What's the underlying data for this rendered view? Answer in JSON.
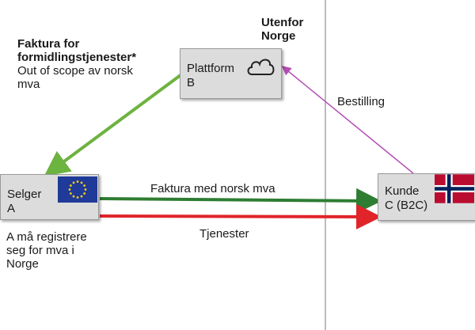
{
  "outside_norway": {
    "line1": "Utenfor",
    "line2": "Norge"
  },
  "invoice_fees": {
    "title_line1": "Faktura for",
    "title_line2": "formidlingstjenester*",
    "note_line1": "Out of scope av norsk",
    "note_line2": "mva"
  },
  "platform": {
    "line1": "Plattform",
    "line2": "B",
    "icon": "cloud-icon"
  },
  "seller": {
    "line1": "Selger",
    "line2": "A",
    "icon": "eu-flag-icon"
  },
  "customer": {
    "line1": "Kunde",
    "line2": "C (B2C)",
    "icon": "norway-flag-icon"
  },
  "edges": {
    "order": "Bestilling",
    "invoice_vat": "Faktura med norsk mva",
    "services": "Tjenester"
  },
  "seller_note": {
    "line1": "A må registrere",
    "line2": "seg for mva i",
    "line3": "Norge"
  },
  "colors": {
    "green_light": "#6db33f",
    "green_dark": "#2e7d32",
    "red": "#e0242a",
    "magenta": "#b34fb3",
    "divider": "#777777"
  }
}
